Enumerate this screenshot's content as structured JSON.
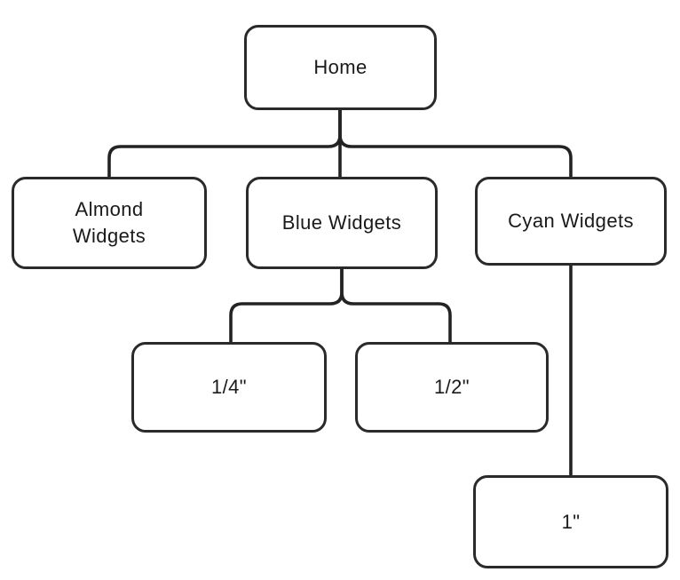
{
  "diagram": {
    "description": "Site hierarchy flowchart",
    "colors": {
      "background": "#ffffff",
      "node_fill": "#ffffff",
      "node_border": "#2a2a2a",
      "connector": "#232323",
      "text": "#1a1a1a"
    },
    "nodes": {
      "home": {
        "label": "Home"
      },
      "almond": {
        "label": "Almond Widgets"
      },
      "blue": {
        "label": "Blue Widgets"
      },
      "cyan": {
        "label": "Cyan Widgets"
      },
      "quarter": {
        "label": "1/4\""
      },
      "half": {
        "label": "1/2\""
      },
      "one": {
        "label": "1\""
      }
    },
    "edges": [
      {
        "from": "home",
        "to": "almond"
      },
      {
        "from": "home",
        "to": "blue"
      },
      {
        "from": "home",
        "to": "cyan"
      },
      {
        "from": "blue",
        "to": "quarter"
      },
      {
        "from": "blue",
        "to": "half"
      },
      {
        "from": "cyan",
        "to": "one"
      }
    ]
  }
}
